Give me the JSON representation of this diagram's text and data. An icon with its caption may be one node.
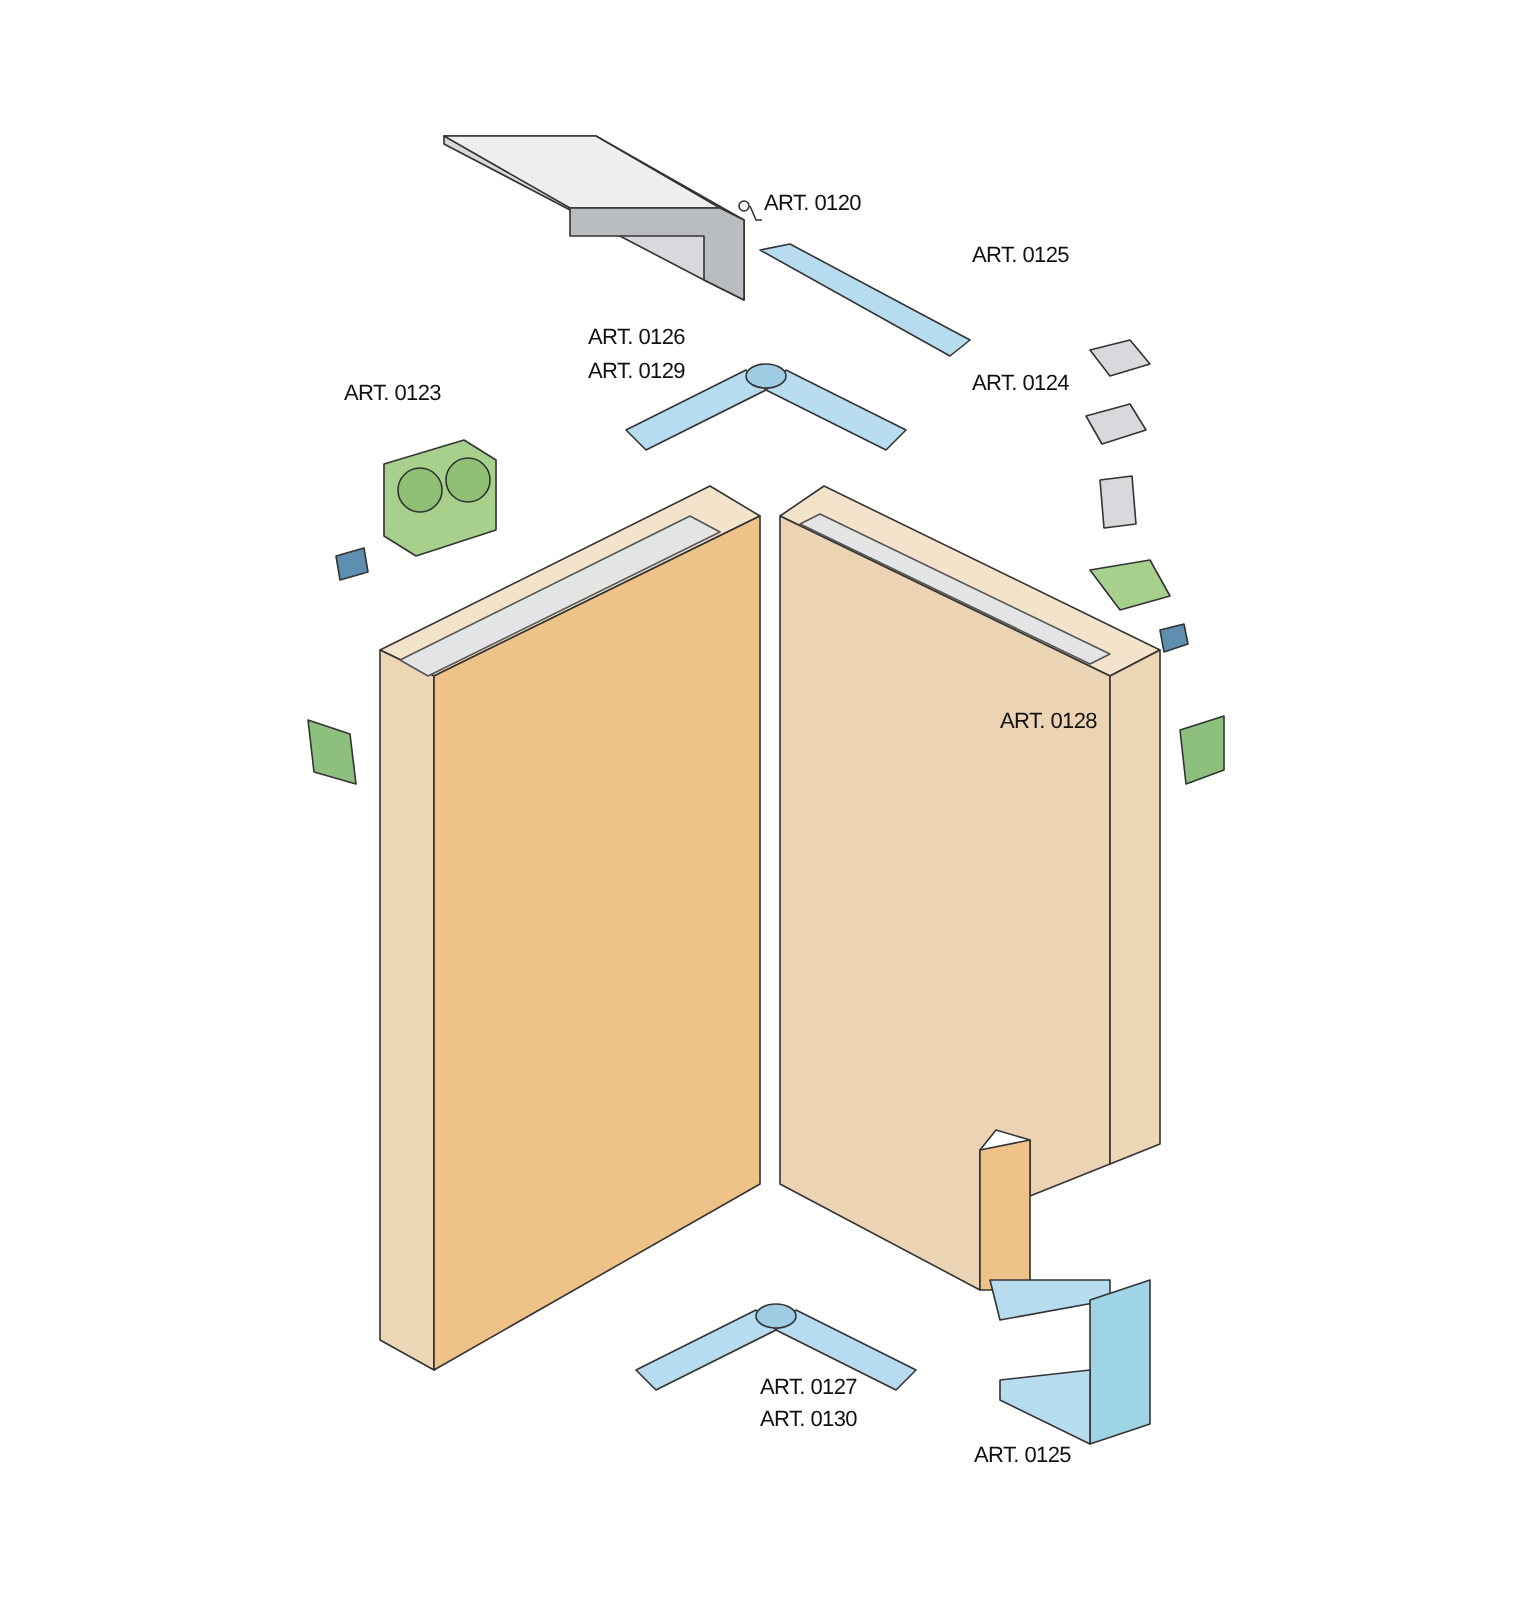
{
  "diagram": {
    "nodes": [
      {
        "text": [
          "ART. 0120"
        ]
      },
      {
        "text": [],
        "shape": "picture"
      }
    ],
    "edges": [
      {
        "from": 0,
        "to": 1,
        "arrow": "none"
      }
    ],
    "labels": [
      "ART. 0125",
      "ART. 0126",
      "ART. 0129",
      "ART. 0124",
      "ART. 0123",
      "ART. 0128",
      "ART. 0127",
      "ART. 0130",
      "ART. 0125"
    ]
  }
}
